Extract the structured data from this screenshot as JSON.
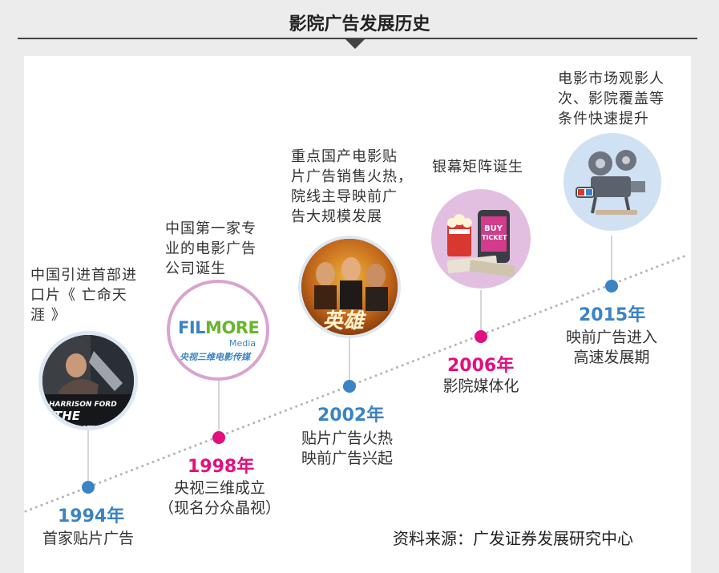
{
  "title": "影院广告发展历史",
  "source": "资料来源：广发证券发展研究中心",
  "colors": {
    "blue": "#3a83c4",
    "pink": "#e0107e",
    "dots": "#b5b5b5"
  },
  "milestones": [
    {
      "year": "1994年",
      "event_lines": [
        "首家贴片广告"
      ],
      "desc_lines": [
        "中国引进首部进",
        "口片《 亡命天",
        "涯 》"
      ],
      "image": {
        "icon": "movie-poster-fugitive-icon",
        "line1": "HARRISON FORD",
        "line2": "THE FUGITIVE"
      },
      "color": "blue"
    },
    {
      "year": "1998年",
      "event_lines": [
        "央视三维成立",
        "（现名分众晶视）"
      ],
      "desc_lines": [
        "中国第一家专",
        "业的电影广告",
        "公司诞生"
      ],
      "image": {
        "icon": "filmore-media-logo-icon",
        "logo_fil": "FIL",
        "logo_more": "MORE",
        "logo_media": "Media",
        "logo_cn": "央视三维电影传媒"
      },
      "color": "pink"
    },
    {
      "year": "2002年",
      "event_lines": [
        "贴片广告火热",
        "映前广告兴起"
      ],
      "desc_lines": [
        "重点国产电影贴",
        "片广告销售火热，",
        "院线主导映前广",
        "告大规模发展"
      ],
      "image": {
        "icon": "movie-poster-hero-icon",
        "label": "英雄"
      },
      "color": "blue"
    },
    {
      "year": "2006年",
      "event_lines": [
        "影院媒体化"
      ],
      "desc_lines": [
        "银幕矩阵诞生"
      ],
      "image": {
        "icon": "cinema-ticket-phone-icon",
        "label1": "BUY",
        "label2": "TICKET"
      },
      "color": "pink"
    },
    {
      "year": "2015年",
      "event_lines": [
        "映前广告进入",
        "高速发展期"
      ],
      "desc_lines": [
        "电影市场观影人",
        "次、影院覆盖等",
        "条件快速提升"
      ],
      "image": {
        "icon": "film-projector-3d-glasses-icon"
      },
      "color": "blue"
    }
  ]
}
